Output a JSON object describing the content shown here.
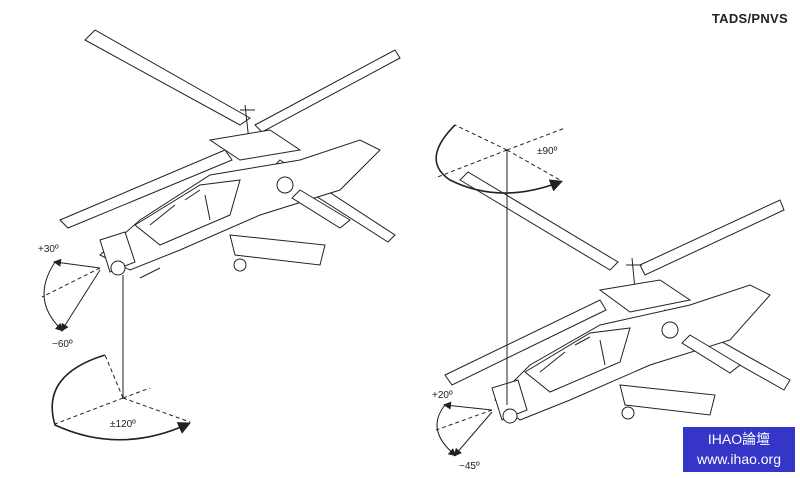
{
  "title": "TADS/PNVS",
  "labels": {
    "left_elevation_up": "+30º",
    "left_elevation_down": "−60º",
    "left_azimuth": "±120º",
    "right_azimuth": "±90º",
    "right_elevation_up": "+20º",
    "right_elevation_down": "−45º"
  },
  "watermark": {
    "line1": "IHAO論壇",
    "line2": "www.ihao.org"
  },
  "colors": {
    "line": "#222222",
    "watermark_bg": "#3535c8"
  }
}
